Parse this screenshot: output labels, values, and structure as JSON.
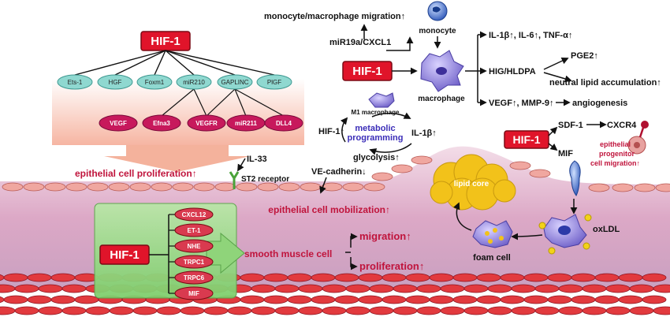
{
  "hif_label": "HIF-1",
  "hif_targets_upper": [
    "Ets-1",
    "HGF",
    "Foxm1",
    "miR210",
    "GAPLINC",
    "PlGF"
  ],
  "hif_targets_lower": [
    "VEGF",
    "Efna3",
    "VEGFR",
    "miR211",
    "DLL4"
  ],
  "smc_targets": [
    "CXCL12",
    "ET-1",
    "NHE",
    "TRPC1",
    "TRPC6",
    "MIF"
  ],
  "labels": {
    "epithelial_proliferation": "epithelial cell proliferation↑",
    "il33": "IL-33",
    "st2": "ST2 receptor",
    "ve_cadherin": "VE-cadherin↓",
    "epithelial_mobilization": "epithelial cell mobilization↑",
    "smooth_muscle": "smooth muscle cell",
    "migration": "migration↑",
    "proliferation": "proliferation↑",
    "mono_migration": "monocyte/macrophage migration↑",
    "mir19a": "miR19a/CXCL1",
    "monocyte": "monocyte",
    "macrophage": "macrophage",
    "il_line": "IL-1β↑, IL-6↑, TNF-α↑",
    "hig": "HIG/HLDPA",
    "pge2": "PGE2↑",
    "neutral_lipid": "neutral lipid accumulation↑",
    "vegf_line": "VEGF↑, MMP-9↑",
    "angiogenesis": "angiogenesis",
    "m1": "M1 macrophage",
    "metabolic": "metabolic",
    "programming": "programming",
    "hif1_up": "HIF-1↑",
    "il1b_up": "IL-1β↑",
    "glycolysis": "glycolysis↑",
    "sdf1": "SDF-1",
    "cxcr4": "CXCR4",
    "mif": "MIF",
    "epc1": "epithelial",
    "epc2": "progenitor",
    "epc3": "cell migration↑",
    "lipid_core": "lipid core",
    "foam_cell": "foam cell",
    "oxldl": "oxLDL"
  },
  "colors": {
    "hif_red": "#e0142a",
    "teal_node": "#8fd8d0",
    "magenta_node": "#c7195c",
    "smc_node": "#d93a4f",
    "accent_red": "#c0143c",
    "macrophage": "#9b8fe0",
    "lipid": "#f2c21a",
    "vessel_pink": "#e6bfd6"
  }
}
